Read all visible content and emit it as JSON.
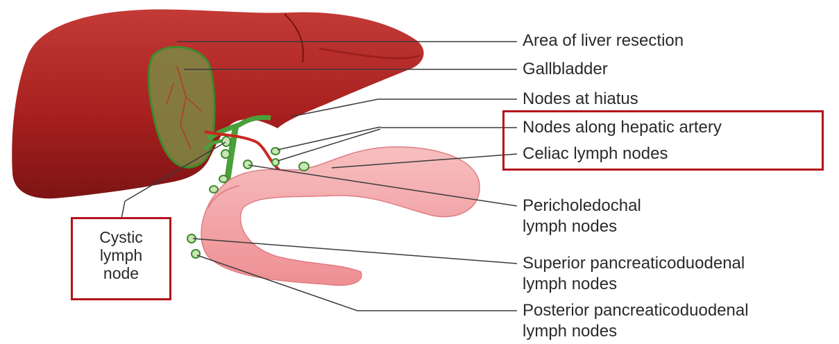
{
  "labels": {
    "liver_resection": "Area of liver resection",
    "gallbladder": "Gallbladder",
    "nodes_hiatus": "Nodes at hiatus",
    "nodes_hepatic_artery": "Nodes along hepatic artery",
    "celiac": "Celiac lymph nodes",
    "pericholedochal_1": "Pericholedochal",
    "pericholedochal_2": "lymph nodes",
    "superior_1": "Superior pancreaticoduodenal",
    "superior_2": "lymph nodes",
    "posterior_1": "Posterior pancreaticoduodenal",
    "posterior_2": "lymph nodes",
    "cystic_1": "Cystic",
    "cystic_2": "lymph",
    "cystic_3": "node"
  },
  "colors": {
    "liver": "#a8201f",
    "gallbladder": "#7a8a3a",
    "bile_duct": "#4aa03a",
    "artery": "#c9271f",
    "pancreas": "#f3a3a6",
    "lymph_node": "#c9e6b4",
    "highlight_box": "#b3121c"
  }
}
